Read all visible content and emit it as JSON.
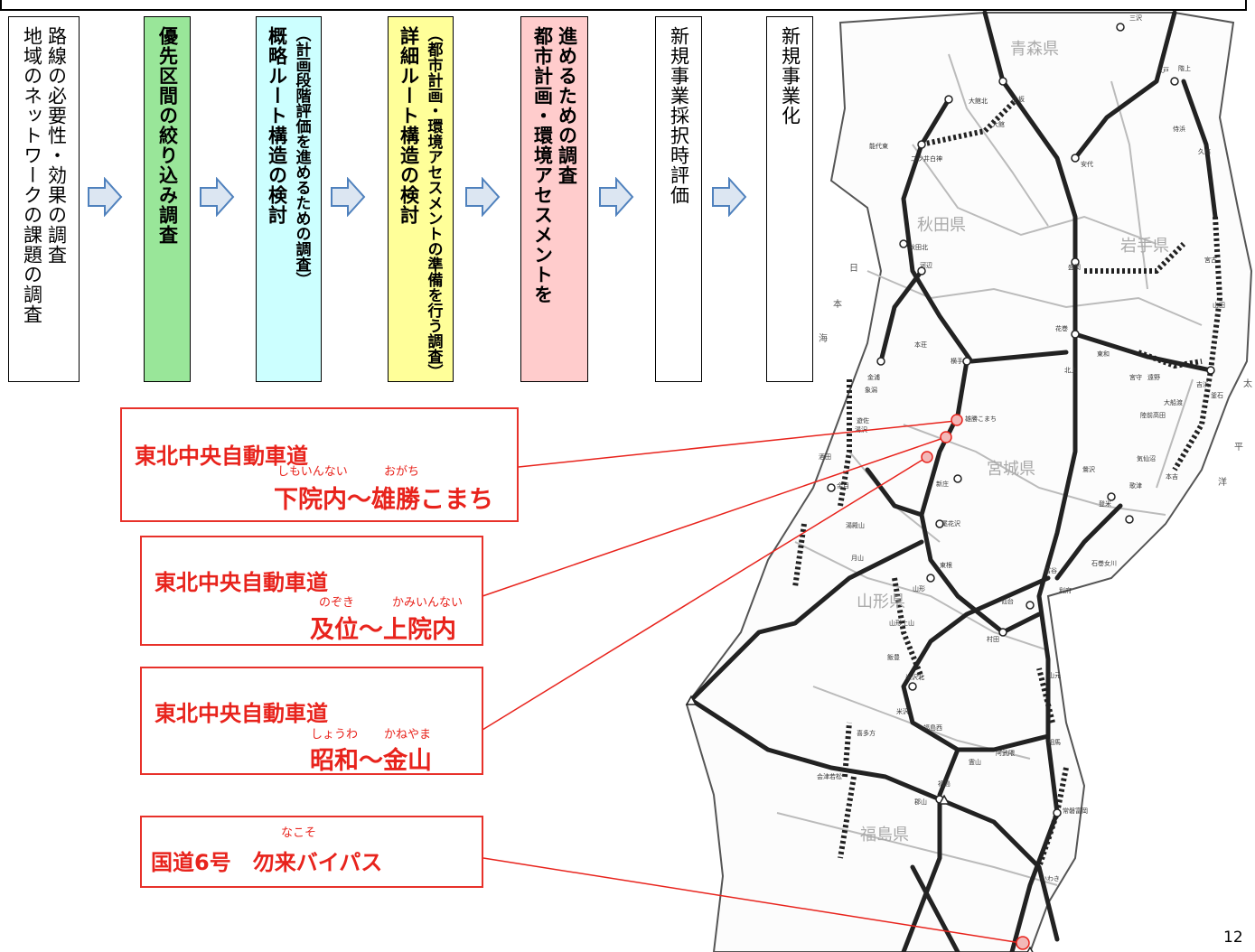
{
  "steps": [
    {
      "lines": [
        "路線の必要性・効果の調査",
        "地域のネットワークの課題の調査"
      ],
      "color": "#ffffff"
    },
    {
      "lines": [
        "優先区間の絞り込み調査"
      ],
      "color": "#99e699"
    },
    {
      "lines": [
        "（計画段階評価を進めるための調査）",
        "概略ルート構造の検討"
      ],
      "color": "#ccffff"
    },
    {
      "lines": [
        "（都市計画・環境アセスメントの準備を行う調査）",
        "詳細ルート構造の検討"
      ],
      "color": "#ffff99"
    },
    {
      "lines": [
        "進めるための調査",
        "都市計画・環境アセスメントを"
      ],
      "color": "#ffcccc"
    },
    {
      "lines": [
        "新規事業採択時評価"
      ],
      "color": "#ffffff"
    },
    {
      "lines": [
        "新規事業化"
      ],
      "color": "#ffffff"
    }
  ],
  "callouts": [
    {
      "road": "東北中央自動車道",
      "section": "下院内～雄勝こまち",
      "ruby1": "しもいんない",
      "ruby2": "おがち"
    },
    {
      "road": "東北中央自動車道",
      "section": "及位～上院内",
      "ruby1": "のぞき",
      "ruby2": "かみいんない"
    },
    {
      "road": "東北中央自動車道",
      "section": "昭和～金山",
      "ruby1": "しょうわ",
      "ruby2": "かねやま"
    },
    {
      "road": "国道6号　勿来バイパス",
      "ruby1": "なこそ"
    }
  ],
  "map": {
    "prefectures": [
      "青森県",
      "秋田県",
      "岩手県",
      "宮城県",
      "山形県",
      "福島県"
    ],
    "sea_labels": [
      "日",
      "本",
      "海",
      "太",
      "平",
      "洋"
    ],
    "places": [
      "大館北",
      "大館",
      "小坂",
      "能代東",
      "二ツ井白神",
      "安代",
      "秋田北",
      "河辺",
      "盛岡",
      "花巻",
      "北上",
      "横手",
      "本荘",
      "金浦",
      "象潟",
      "酒田",
      "遊佐",
      "余目",
      "新庄",
      "尾花沢",
      "東根",
      "山形",
      "山形上山",
      "米沢北",
      "米沢",
      "福島西",
      "福島",
      "喜多方",
      "会津若松",
      "郡山",
      "常磐富岡",
      "いわき",
      "仙台",
      "村田",
      "富谷",
      "利府",
      "石巻女川",
      "気仙沼",
      "宮古",
      "山田",
      "久慈",
      "八戸",
      "侍浜",
      "階上",
      "三沢",
      "月山",
      "湯殿山",
      "宮守",
      "遠野",
      "釜石",
      "吉浜",
      "大船渡",
      "陸前高田",
      "本吉",
      "歌津",
      "登米",
      "鶯沢",
      "東和",
      "雄勝こまち",
      "湯沢",
      "飯豊",
      "山元",
      "相馬",
      "阿武隈",
      "霊山"
    ],
    "accent": "#e8231c"
  },
  "page_number": "12"
}
